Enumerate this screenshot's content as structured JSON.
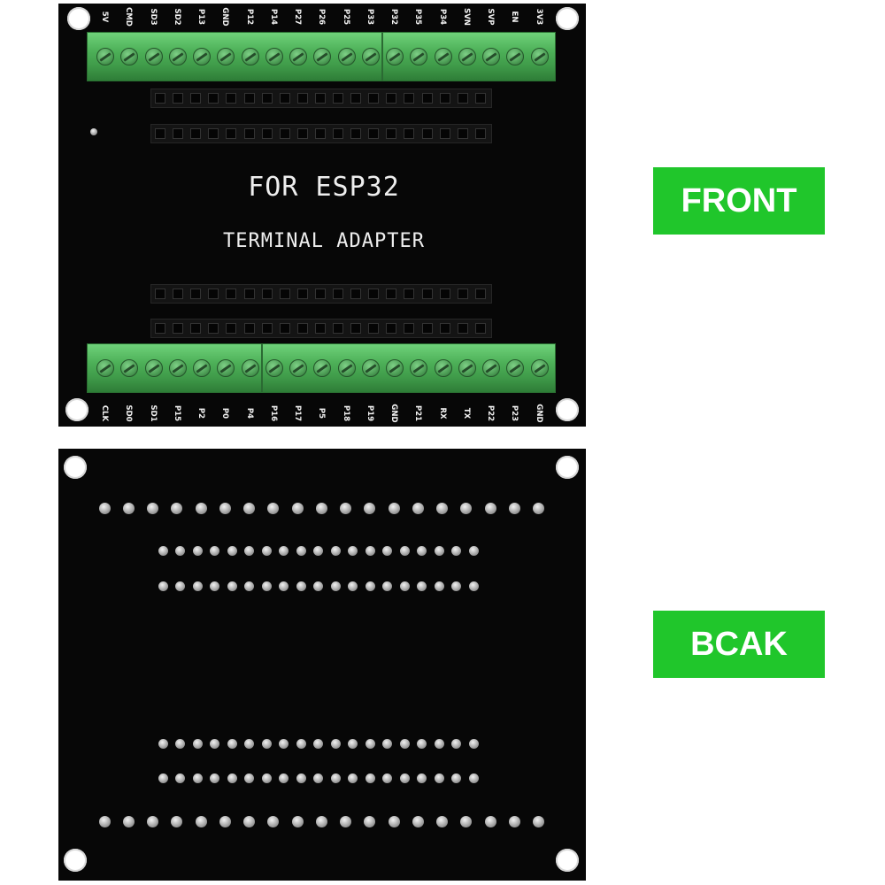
{
  "front": {
    "title_line1": "FOR ESP32",
    "title_line2": "TERMINAL ADAPTER",
    "top_pin_labels": [
      "5V",
      "CMD",
      "SD3",
      "SD2",
      "P13",
      "GND",
      "P12",
      "P14",
      "P27",
      "P26",
      "P25",
      "P33",
      "P32",
      "P35",
      "P34",
      "SVN",
      "SVP",
      "EN",
      "3V3"
    ],
    "bottom_pin_labels": [
      "CLK",
      "SD0",
      "SD1",
      "P15",
      "P2",
      "P0",
      "P4",
      "P16",
      "P17",
      "P5",
      "P18",
      "P19",
      "GND",
      "P21",
      "RX",
      "TX",
      "P22",
      "P23",
      "GND"
    ]
  },
  "badges": {
    "front_label": "FRONT",
    "back_label": "BCAK"
  },
  "colors": {
    "badge_green": "#20c62b",
    "board_black": "#070707",
    "terminal_green": "#4caf57"
  }
}
